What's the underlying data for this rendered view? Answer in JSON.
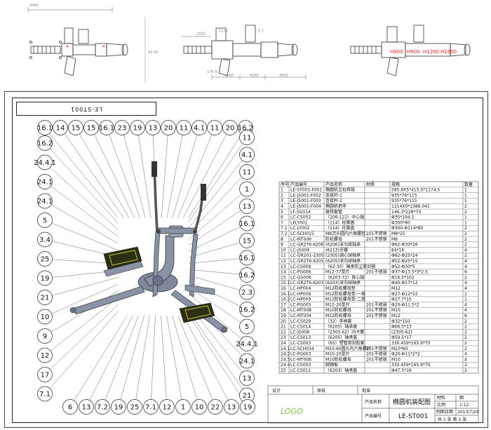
{
  "top_views": {
    "left_dim_top": "4465",
    "left_dim_side": "R2.50",
    "mid_dims": [
      "2550",
      "1179",
      "5.7",
      "176.4",
      "4160",
      "4160",
      "4503"
    ],
    "right_heights": [
      "H900",
      "H900",
      "H1200",
      "H1650"
    ]
  },
  "drawing": {
    "sheet_tag": "LE-ST001",
    "balloons_top": [
      "16.1",
      "14",
      "15",
      "15",
      "16.1",
      "23",
      "19",
      "13",
      "20",
      "11",
      "4.1",
      "11",
      "20",
      "16.2"
    ],
    "balloons_left": [
      "16.2",
      "24.4.1",
      "24.1",
      "24.1",
      "5",
      "3.4",
      "25",
      "19",
      "21",
      "10",
      "9",
      "12",
      "17",
      "7.1"
    ],
    "balloons_right": [
      "11",
      "4.1",
      "11",
      "1",
      "13",
      "16.1",
      "15",
      "16.1",
      "16.2",
      "2.3",
      "16.2",
      "5",
      "24.4.1",
      "24.1",
      "13",
      "21"
    ],
    "balloons_bottom": [
      "6",
      "13",
      "7.2",
      "19",
      "25",
      "7.1",
      "12",
      "1",
      "10",
      "22",
      "13",
      "19"
    ]
  },
  "bom": {
    "headers": [
      "序号",
      "产品编号",
      "产品名称",
      "材质",
      "规格",
      "数量"
    ],
    "rows": [
      [
        "1",
        "LE-ST001-F001",
        "椭圆机立柱焊接",
        "",
        "585.9X5*415.5*1174.5",
        "1"
      ],
      [
        "2",
        "LE-JS001-F002",
        "连接杆-1",
        "",
        "935*76*115",
        "1"
      ],
      [
        "3",
        "LE-JS001-F003",
        "连接杆-2",
        "",
        "935*76*115",
        "1"
      ],
      [
        "4",
        "LE-JS001-F004",
        "椭圆机把手",
        "",
        "1214X0*1386.041",
        "2"
      ],
      [
        "5",
        "LF-SG014",
        "铸铁套管",
        "",
        "146.3*228*70",
        "2"
      ],
      [
        "6",
        "LC-CS052",
        "（206-122）中心轴",
        "",
        "Φ35*194.1",
        "1"
      ],
      [
        "7",
        "LFLY001",
        "（114）柱脚盖",
        "",
        "Φ300*80",
        "1"
      ],
      [
        "7.1",
        "LC-LY002",
        "（114）柱脚盖",
        "",
        "Φ300-Φ114*80",
        "2"
      ],
      [
        "7.2",
        "LC-SCH015",
        "M8沉头圆内六角螺栓",
        "201不锈钢",
        "M8*25",
        "2"
      ],
      [
        "8",
        "LC-MT006",
        "防松螺母",
        "201不锈钢",
        "M8",
        "2"
      ],
      [
        "9",
        "LC-GR2T6-6206",
        "(6206)深沟球轴承",
        "",
        "Φ62-Φ30*26",
        "2"
      ],
      [
        "10",
        "LC-JS009",
        "(6213)牙螺",
        "",
        "84*16",
        "4"
      ],
      [
        "11",
        "LC-GR201-2305",
        "(2305)调心球轴承",
        "",
        "Φ62-Φ25*24",
        "2"
      ],
      [
        "12",
        "LC-GR2T6-6205",
        "(6205)深沟球轴承",
        "",
        "Φ52-Φ25*15",
        "4"
      ],
      [
        "13",
        "LC-CS009",
        "（62-30）轴承防尘密封圈",
        "",
        "Φ52-Φ30*5",
        "4"
      ],
      [
        "14",
        "LC-PG006",
        "M12-37垫片",
        "201不锈钢",
        "Φ37-Φ13.5*3*2.5",
        "6"
      ],
      [
        "15",
        "LC-GS006",
        "（6203-72）背心轴",
        "",
        "Φ16.5*102",
        "2"
      ],
      [
        "15.1",
        "LC-GR2T6-6203",
        "(6203)深沟球轴承",
        "",
        "Φ40-Φ17*12",
        "4"
      ],
      [
        "16",
        "LC-HP004",
        "M12防松螺母垫",
        "",
        "M12",
        "4"
      ],
      [
        "16.1",
        "LC-HP008",
        "M12防松螺母垫-一类",
        "",
        "Φ27-Φ12*22",
        "1"
      ],
      [
        "16.2",
        "LC-HP009",
        "M12防松螺母垫-二类",
        "",
        "Φ27.7*15",
        "1"
      ],
      [
        "17",
        "LC-PG005",
        "M12-20垫片",
        "201不锈钢",
        "Φ20-Φ11.5*2",
        "4"
      ],
      [
        "18",
        "LC-MT008",
        "M10防松螺母",
        "201不锈钢",
        "M10",
        "4"
      ],
      [
        "19",
        "LC-MT004",
        "M12防松螺母",
        "201不锈钢",
        "M12",
        "6"
      ],
      [
        "20",
        "LC-CS029",
        "（32）手柄套",
        "",
        "Φ32*150",
        "2"
      ],
      [
        "21",
        "LC-CS014",
        "（6205）轴承盖",
        "",
        "Φ66.5*13",
        "2"
      ],
      [
        "22",
        "LC-JS008",
        "（2305-62）内卡簧",
        "",
        "(2305-62)",
        "2"
      ],
      [
        "23",
        "LC-CS013",
        "（6205）轴承盖",
        "",
        "Φ59.5*17",
        "2"
      ],
      [
        "24",
        "LC-CS003",
        "（65）塑管用封胶套",
        "",
        "330.459*165.9*75",
        "2"
      ],
      [
        "24.1",
        "LC-SCH034",
        "M10-60圆头内六角螺杆",
        "201不锈钢",
        "M10*60",
        "2"
      ],
      [
        "24.2",
        "LC-PG003",
        "M10-20垫片",
        "201不锈钢",
        "Φ20-Φ11*2*2",
        "4"
      ],
      [
        "24.3",
        "LC-MT006",
        "M10防松螺母",
        "201不锈钢",
        "M10",
        "4"
      ],
      [
        "24.4",
        "LC-CS003",
        "脚踏板",
        "",
        "330.459*165.9*75",
        "2"
      ],
      [
        "25",
        "LC-CS011",
        "（6203）轴承盖",
        "",
        "Φ47.5*16",
        "2"
      ]
    ]
  },
  "title_block": {
    "design_label": "设计",
    "review_label": "审核",
    "approve_label": "批准",
    "product_name_label": "产品名称",
    "product_name": "椭圆机装配图",
    "product_code_label": "产品编号",
    "product_code": "LE-ST001",
    "material_label": "材料",
    "drawing_label": "图",
    "scale_label": "比例",
    "scale_value": "1:12",
    "date_label": "制图日期",
    "date_value": "2013/7/29",
    "sheet_label": "共 1 张  第 1 张",
    "logo_text": "LOGO"
  },
  "colors": {
    "tube": "#8a93a6",
    "tube_dark": "#5d6578",
    "pedal": "#2c2f14",
    "pedal_accent": "#c7c232",
    "handle": "#555555",
    "logo_green": "#7bc043"
  }
}
